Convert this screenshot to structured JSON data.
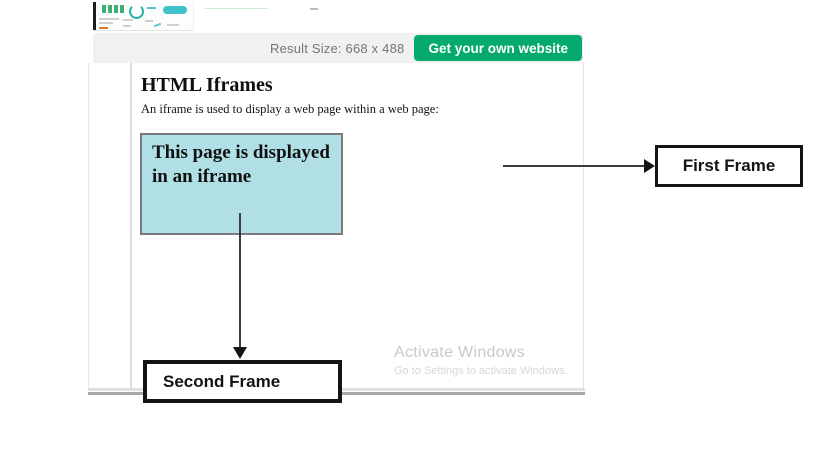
{
  "toolbar": {
    "result_size_label": "Result Size: 668 x 488",
    "cta_label": "Get your own website"
  },
  "result": {
    "title": "HTML Iframes",
    "description": "An iframe is used to display a web page within a web page:",
    "iframe_text": "This page is displayed in an iframe"
  },
  "annotations": {
    "first_frame_label": "First Frame",
    "second_frame_label": "Second Frame"
  },
  "watermark": {
    "title": "Activate Windows",
    "subtitle": "Go to Settings to activate Windows."
  },
  "colors": {
    "brand_green": "#04aa6d",
    "toolbar_bg": "#f1f1f1",
    "iframe_bg": "#b0e0e6",
    "annotation_black": "#141414",
    "watermark_gray": "#c9c9c9"
  },
  "icons": {
    "fragment": "partial-webpage-thumbnail"
  }
}
